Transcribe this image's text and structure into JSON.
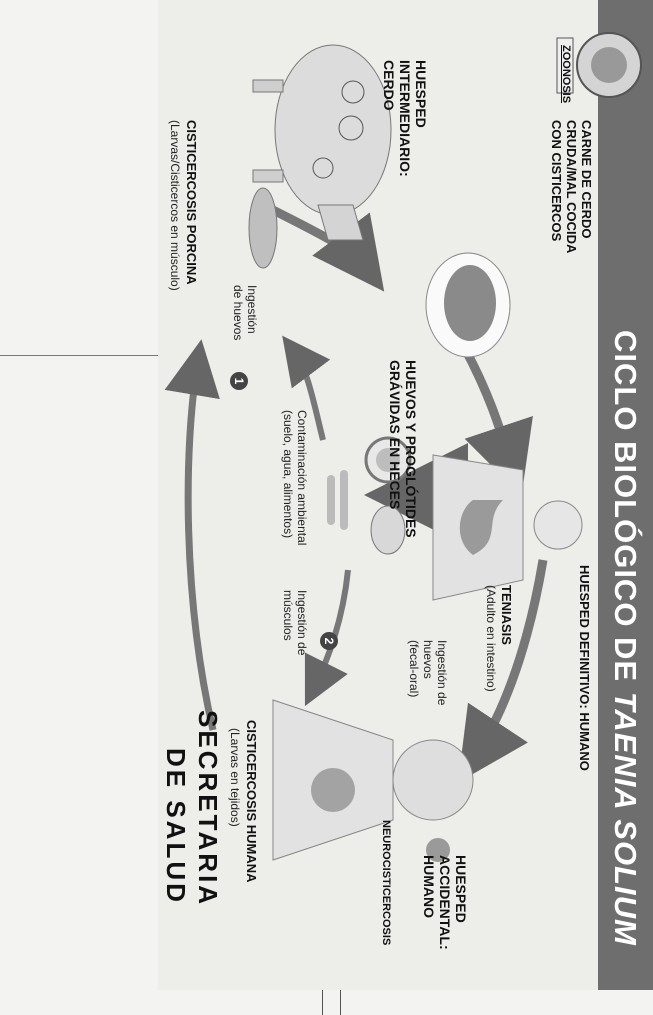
{
  "title": {
    "main": "CICLO BIOLÓGICO DE ",
    "italic": "TAENIA SOLIUM"
  },
  "logo": {
    "text": "ZOONOSIS"
  },
  "labels": {
    "meat": [
      "CARNE DE CERDO",
      "CRUDA/MAL COCIDA",
      "CON CISTICERCOS"
    ],
    "intermediate_host": [
      "HUESPED",
      "INTERMEDIARIO:",
      "CERDO"
    ],
    "pig_cysticercosis": "CISTICERCOSIS PORCINA",
    "pig_cysticercosis_sub": "(Larvas/Cisticercos en músculo)",
    "pig_egg_ingestion": [
      "Ingestión",
      "de huevos"
    ],
    "definitive_host": "HUESPED DEFINITIVO: HUMANO",
    "teniasis": "TENIASIS",
    "teniasis_sub": "(Adulto en intestino)",
    "eggs": [
      "HUEVOS Y PROGLÓTIDES",
      "GRÁVIDAS EN HECES"
    ],
    "contamination": [
      "Contaminación ambiental",
      "(suelo, agua, alimentos)"
    ],
    "fecal_oral": [
      "Ingestión de",
      "huevos",
      "(fecal-oral)"
    ],
    "muscle_ingestion": [
      "Ingestión de",
      "músculos"
    ],
    "accidental_host": [
      "HUESPED",
      "ACCIDENTAL:",
      "HUMANO"
    ],
    "neuro": "NEUROCISTICERCOSIS",
    "human_cysticercosis": "CISTICERCOSIS HUMANA",
    "human_cysticercosis_sub": "(Larvas en tejidos)",
    "badge_1": "1",
    "badge_2": "2"
  },
  "secretaria": [
    "SECRETARIA",
    "DE SALUD"
  ]
}
